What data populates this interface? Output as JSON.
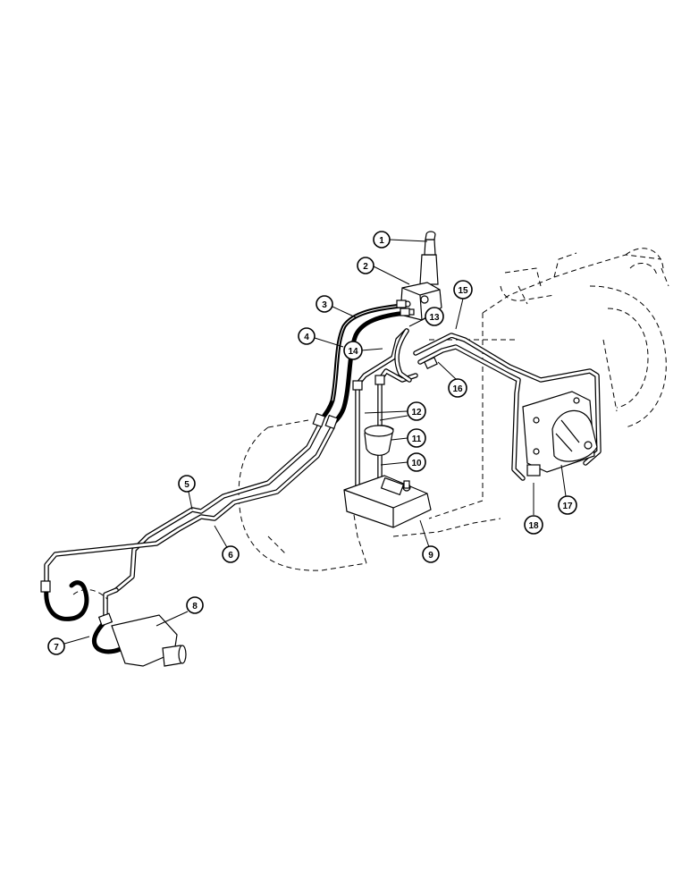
{
  "diagram": {
    "callouts": [
      {
        "id": "1",
        "label": "1"
      },
      {
        "id": "2",
        "label": "2"
      },
      {
        "id": "3",
        "label": "3"
      },
      {
        "id": "4",
        "label": "4"
      },
      {
        "id": "5",
        "label": "5"
      },
      {
        "id": "6",
        "label": "6"
      },
      {
        "id": "7",
        "label": "7"
      },
      {
        "id": "8",
        "label": "8"
      },
      {
        "id": "9",
        "label": "9"
      },
      {
        "id": "10",
        "label": "10"
      },
      {
        "id": "11",
        "label": "11"
      },
      {
        "id": "12",
        "label": "12"
      },
      {
        "id": "13",
        "label": "13"
      },
      {
        "id": "14",
        "label": "14"
      },
      {
        "id": "15",
        "label": "15"
      },
      {
        "id": "16",
        "label": "16"
      },
      {
        "id": "17",
        "label": "17"
      },
      {
        "id": "18",
        "label": "18"
      }
    ],
    "colors": {
      "line": "#000000",
      "background": "#ffffff"
    }
  }
}
